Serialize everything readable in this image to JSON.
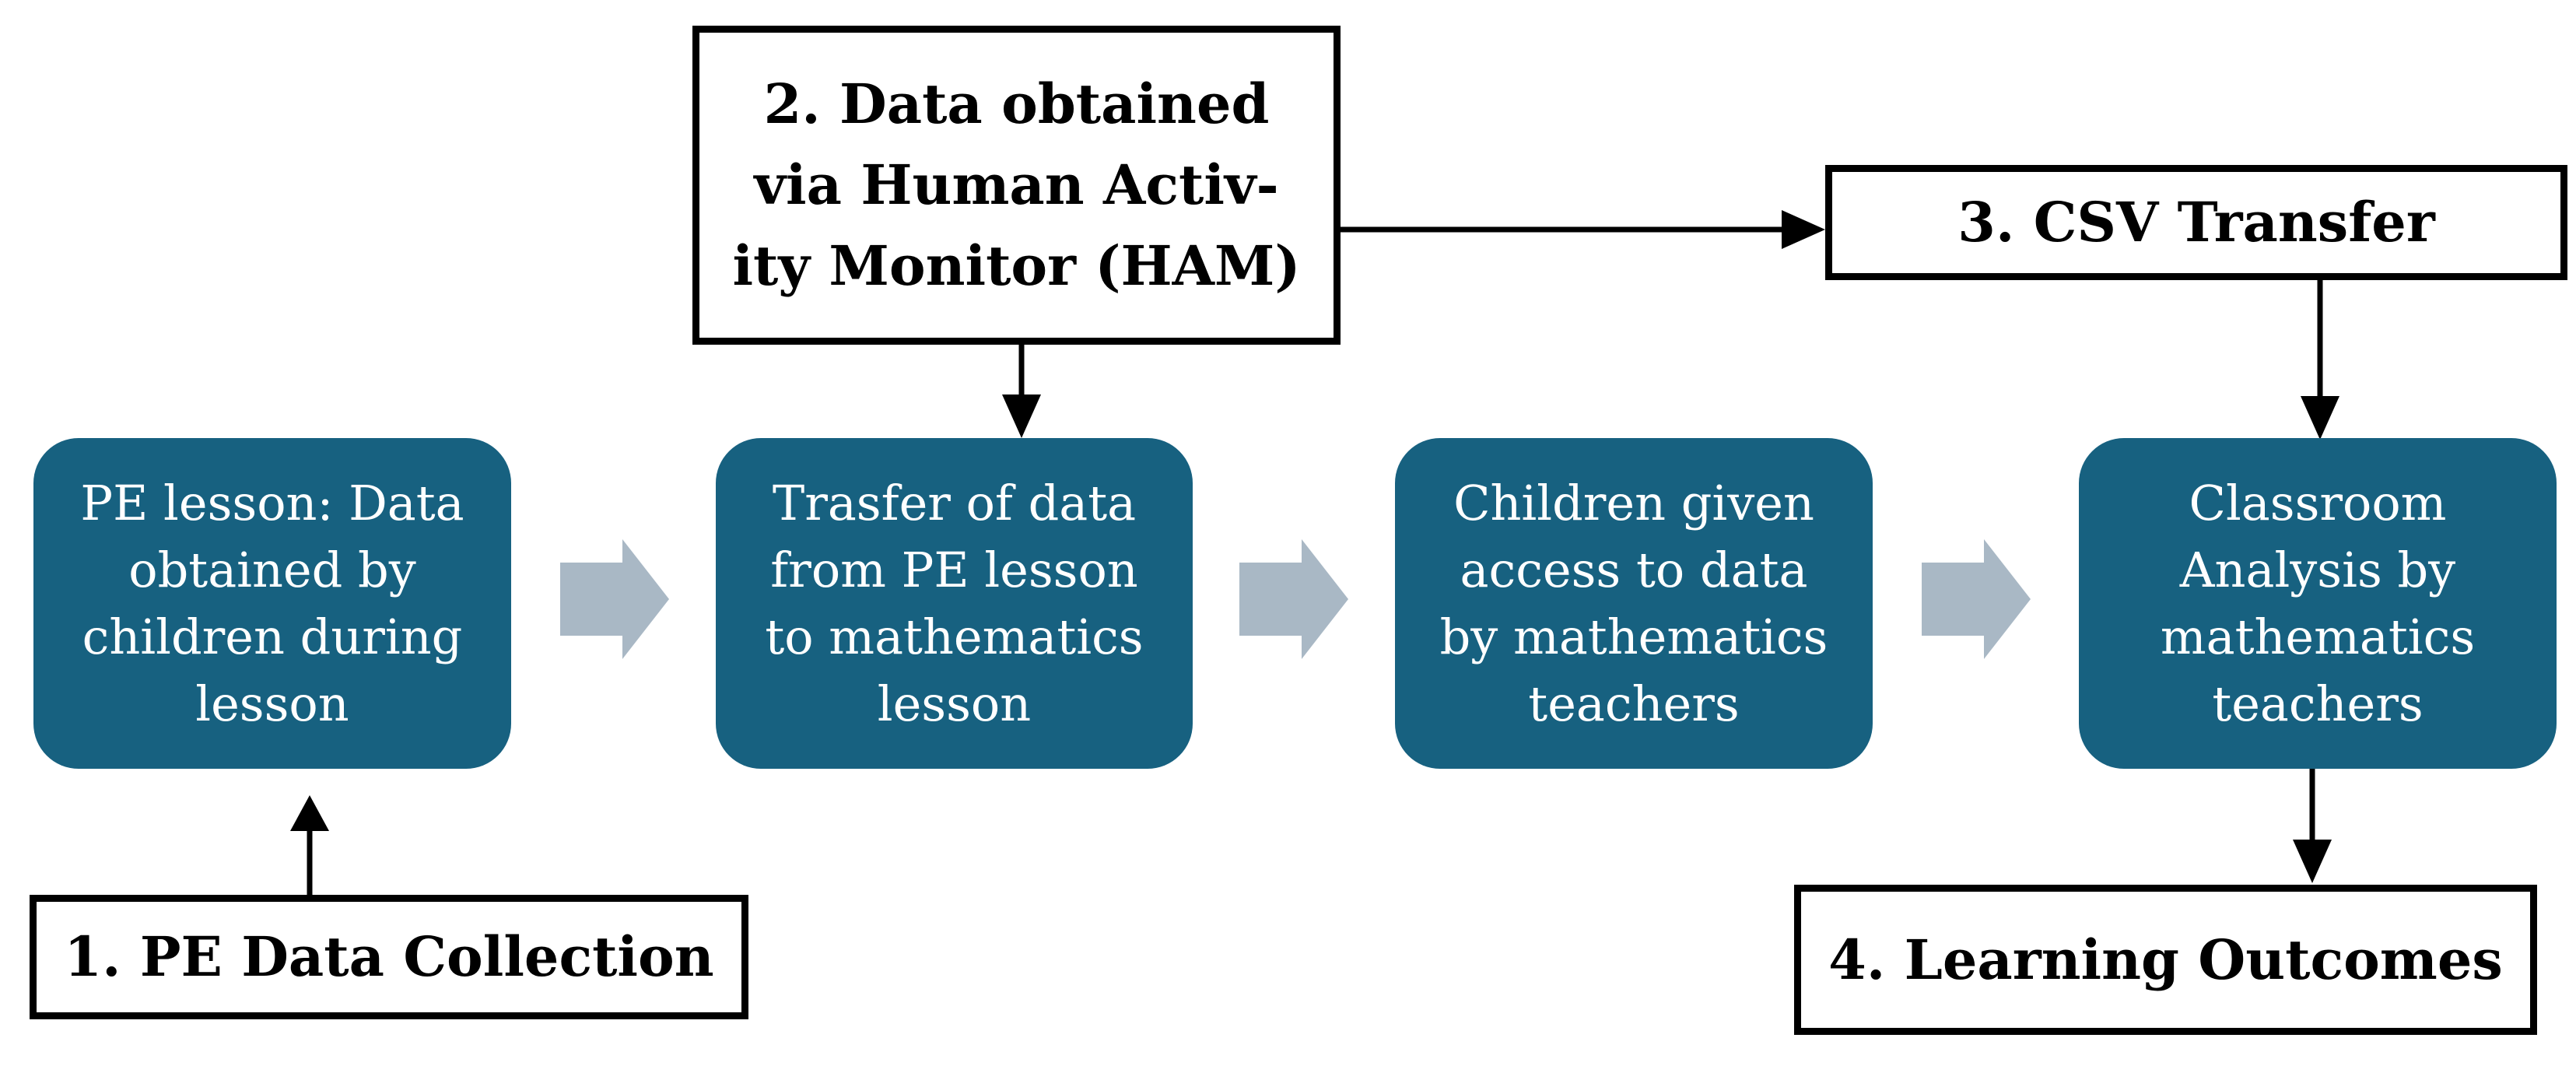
{
  "theme": {
    "background": "#FFFFFF",
    "node_fill": "#176180",
    "node_text_color": "#FFFFFF",
    "label_background": "#FFFFFF",
    "label_border_color": "#000000",
    "label_text_color": "#000000",
    "connector_color": "#000000",
    "flow_arrow_color": "#A9B8C5"
  },
  "process_nodes": [
    {
      "id": 1,
      "label": "PE lesson: Data\nobtained by\nchildren during\nlesson"
    },
    {
      "id": 2,
      "label": "Trasfer of data\nfrom PE lesson\nto mathematics\nlesson"
    },
    {
      "id": 3,
      "label": "Children given\naccess to data\nby mathematics\nteachers"
    },
    {
      "id": 4,
      "label": "Classroom\nAnalysis by\nmathematics\nteachers"
    }
  ],
  "stage_labels": [
    {
      "id": 1,
      "label": "1. PE Data Collection"
    },
    {
      "id": 2,
      "label": "2. Data obtained\nvia Human Activ-\nity Monitor (HAM)"
    },
    {
      "id": 3,
      "label": "3. CSV Transfer"
    },
    {
      "id": 4,
      "label": "4. Learning Outcomes"
    }
  ]
}
